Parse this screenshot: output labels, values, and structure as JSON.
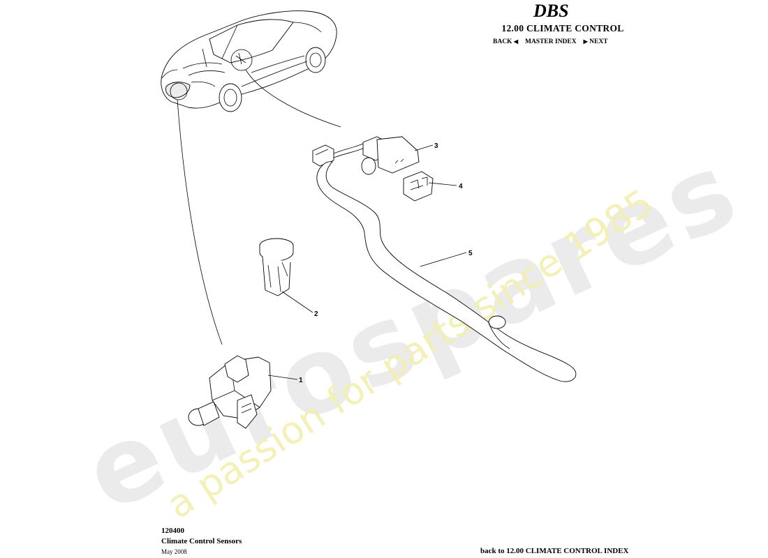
{
  "header": {
    "brand": "DBS",
    "section_title": "12.00 CLIMATE CONTROL",
    "nav": {
      "back": "BACK",
      "master_index": "MASTER INDEX",
      "next": "NEXT"
    }
  },
  "watermark": {
    "logo": "eurospares",
    "tagline": "a passion for parts since 1985"
  },
  "callouts": [
    "1",
    "2",
    "3",
    "4",
    "5"
  ],
  "footer": {
    "diagram_number": "120400",
    "diagram_title": "Climate Control Sensors",
    "date": "May 2008",
    "back_link": "back to 12.00 CLIMATE CONTROL INDEX"
  }
}
